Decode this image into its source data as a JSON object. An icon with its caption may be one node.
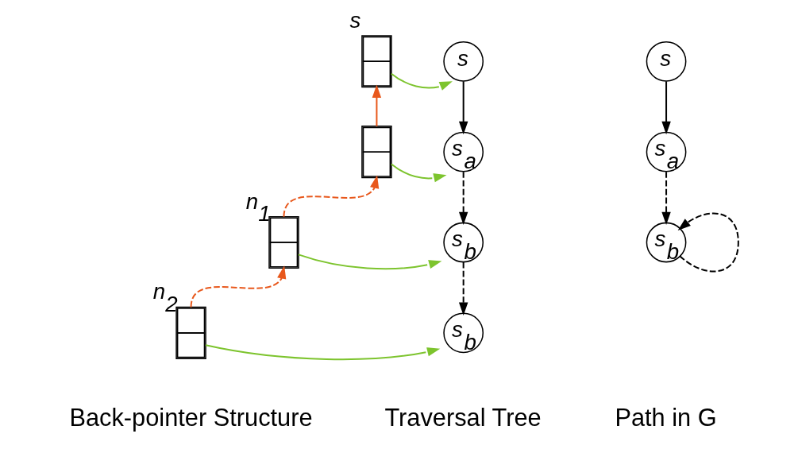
{
  "diagram": {
    "nodes": [
      {
        "text": [],
        "shape": "box",
        "beside": [
          "s"
        ]
      },
      {
        "text": [],
        "shape": "box"
      },
      {
        "text": [],
        "shape": "box",
        "beside": [
          "n$_{1}$"
        ]
      },
      {
        "text": [],
        "shape": "box",
        "beside": [
          "n$_{2}$"
        ]
      },
      {
        "text": [
          "s"
        ]
      },
      {
        "text": [
          "s$_{a}$"
        ]
      },
      {
        "text": [
          "s$_{b}$"
        ]
      },
      {
        "text": [
          "s$_{b}$"
        ]
      },
      {
        "text": [
          "s"
        ]
      },
      {
        "text": [
          "s$_{a}$"
        ]
      },
      {
        "text": [
          "s$_{b}$"
        ]
      }
    ],
    "edges": [
      {
        "from": 1,
        "to": 0,
        "arrow": "to",
        "color": "#e8581c"
      },
      {
        "from": 2,
        "to": 1,
        "arrow": "to",
        "style": "dashed",
        "color": "#e8581c"
      },
      {
        "from": 3,
        "to": 2,
        "arrow": "to",
        "style": "dashed",
        "color": "#e8581c"
      },
      {
        "from": 0,
        "to": 4,
        "arrow": "to",
        "color": "#7dc42e"
      },
      {
        "from": 1,
        "to": 5,
        "arrow": "to",
        "color": "#7dc42e"
      },
      {
        "from": 2,
        "to": 6,
        "arrow": "to",
        "color": "#7dc42e"
      },
      {
        "from": 3,
        "to": 7,
        "arrow": "to",
        "color": "#7dc42e"
      },
      {
        "from": 4,
        "to": 5,
        "arrow": "to"
      },
      {
        "from": 5,
        "to": 6,
        "arrow": "to",
        "style": "dashed"
      },
      {
        "from": 6,
        "to": 7,
        "arrow": "to",
        "style": "dashed"
      },
      {
        "from": 8,
        "to": 9,
        "arrow": "to"
      },
      {
        "from": 9,
        "to": 10,
        "arrow": "to",
        "style": "dashed"
      },
      {
        "from": 10,
        "to": 10,
        "arrow": "to",
        "style": "dashed"
      }
    ],
    "labels": [
      "Back-pointer Structure",
      "Traversal Tree",
      "Path in G"
    ]
  }
}
